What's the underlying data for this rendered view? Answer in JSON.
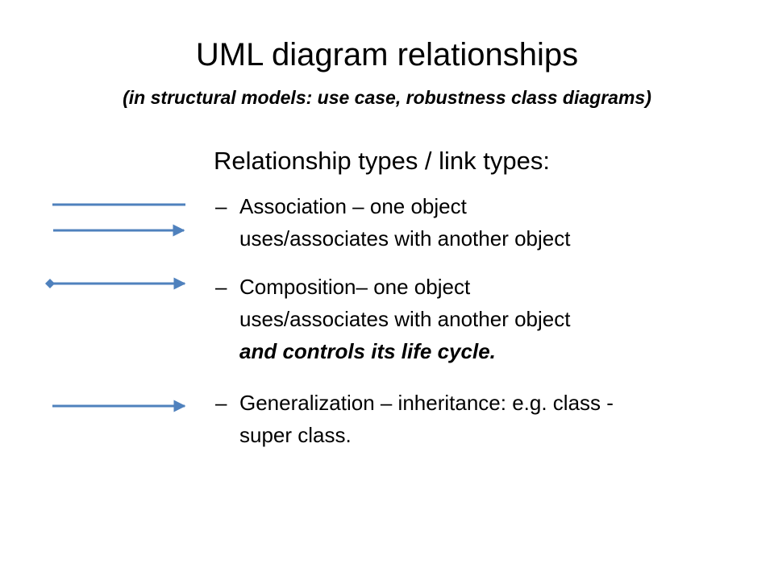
{
  "slide": {
    "title": "UML diagram relationships",
    "subtitle": "(in structural models: use case, robustness class diagrams)",
    "heading": "Relationship types / link types:",
    "items": [
      {
        "dash": "–",
        "line1": "Association – one object",
        "line2": "uses/associates with another object"
      },
      {
        "dash": "–",
        "line1": "Composition– one object",
        "line2": "uses/associates with another object",
        "line3": "and controls its life cycle."
      },
      {
        "dash": "–",
        "line1": "Generalization – inheritance: e.g. class -",
        "line2": "super class."
      }
    ]
  },
  "colors": {
    "connector": "#4f81bd",
    "text": "#000000",
    "background": "#ffffff"
  },
  "icons": [
    "plain-line-icon",
    "open-arrow-icon",
    "diamond-arrow-icon",
    "generalization-arrow-icon"
  ]
}
